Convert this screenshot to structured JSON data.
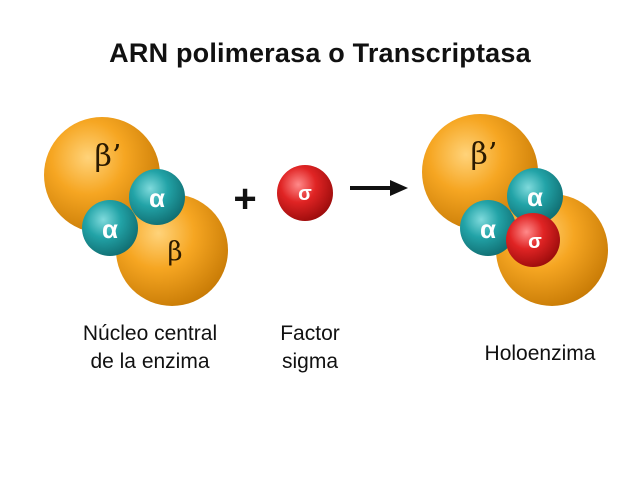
{
  "title": "ARN polimerasa o Transcriptasa",
  "core": {
    "beta_prime": "β’",
    "beta": "β",
    "alpha_top": "α",
    "alpha_left": "α"
  },
  "plus": "+",
  "sigma_factor": {
    "symbol": "σ"
  },
  "holoenzyme": {
    "beta_prime": "β’",
    "alpha_top": "α",
    "alpha_left": "α",
    "sigma": "σ"
  },
  "captions": {
    "core_line1": "Núcleo central",
    "core_line2": "de la enzima",
    "sigma_line1": "Factor",
    "sigma_line2": "sigma",
    "holo": "Holoenzima"
  },
  "colors": {
    "beta_subunit": "#f0a21a",
    "alpha_subunit": "#1f9a9e",
    "sigma_subunit": "#d51e1e",
    "text_dark": "#2b1a00",
    "text_light": "#ffffff"
  }
}
